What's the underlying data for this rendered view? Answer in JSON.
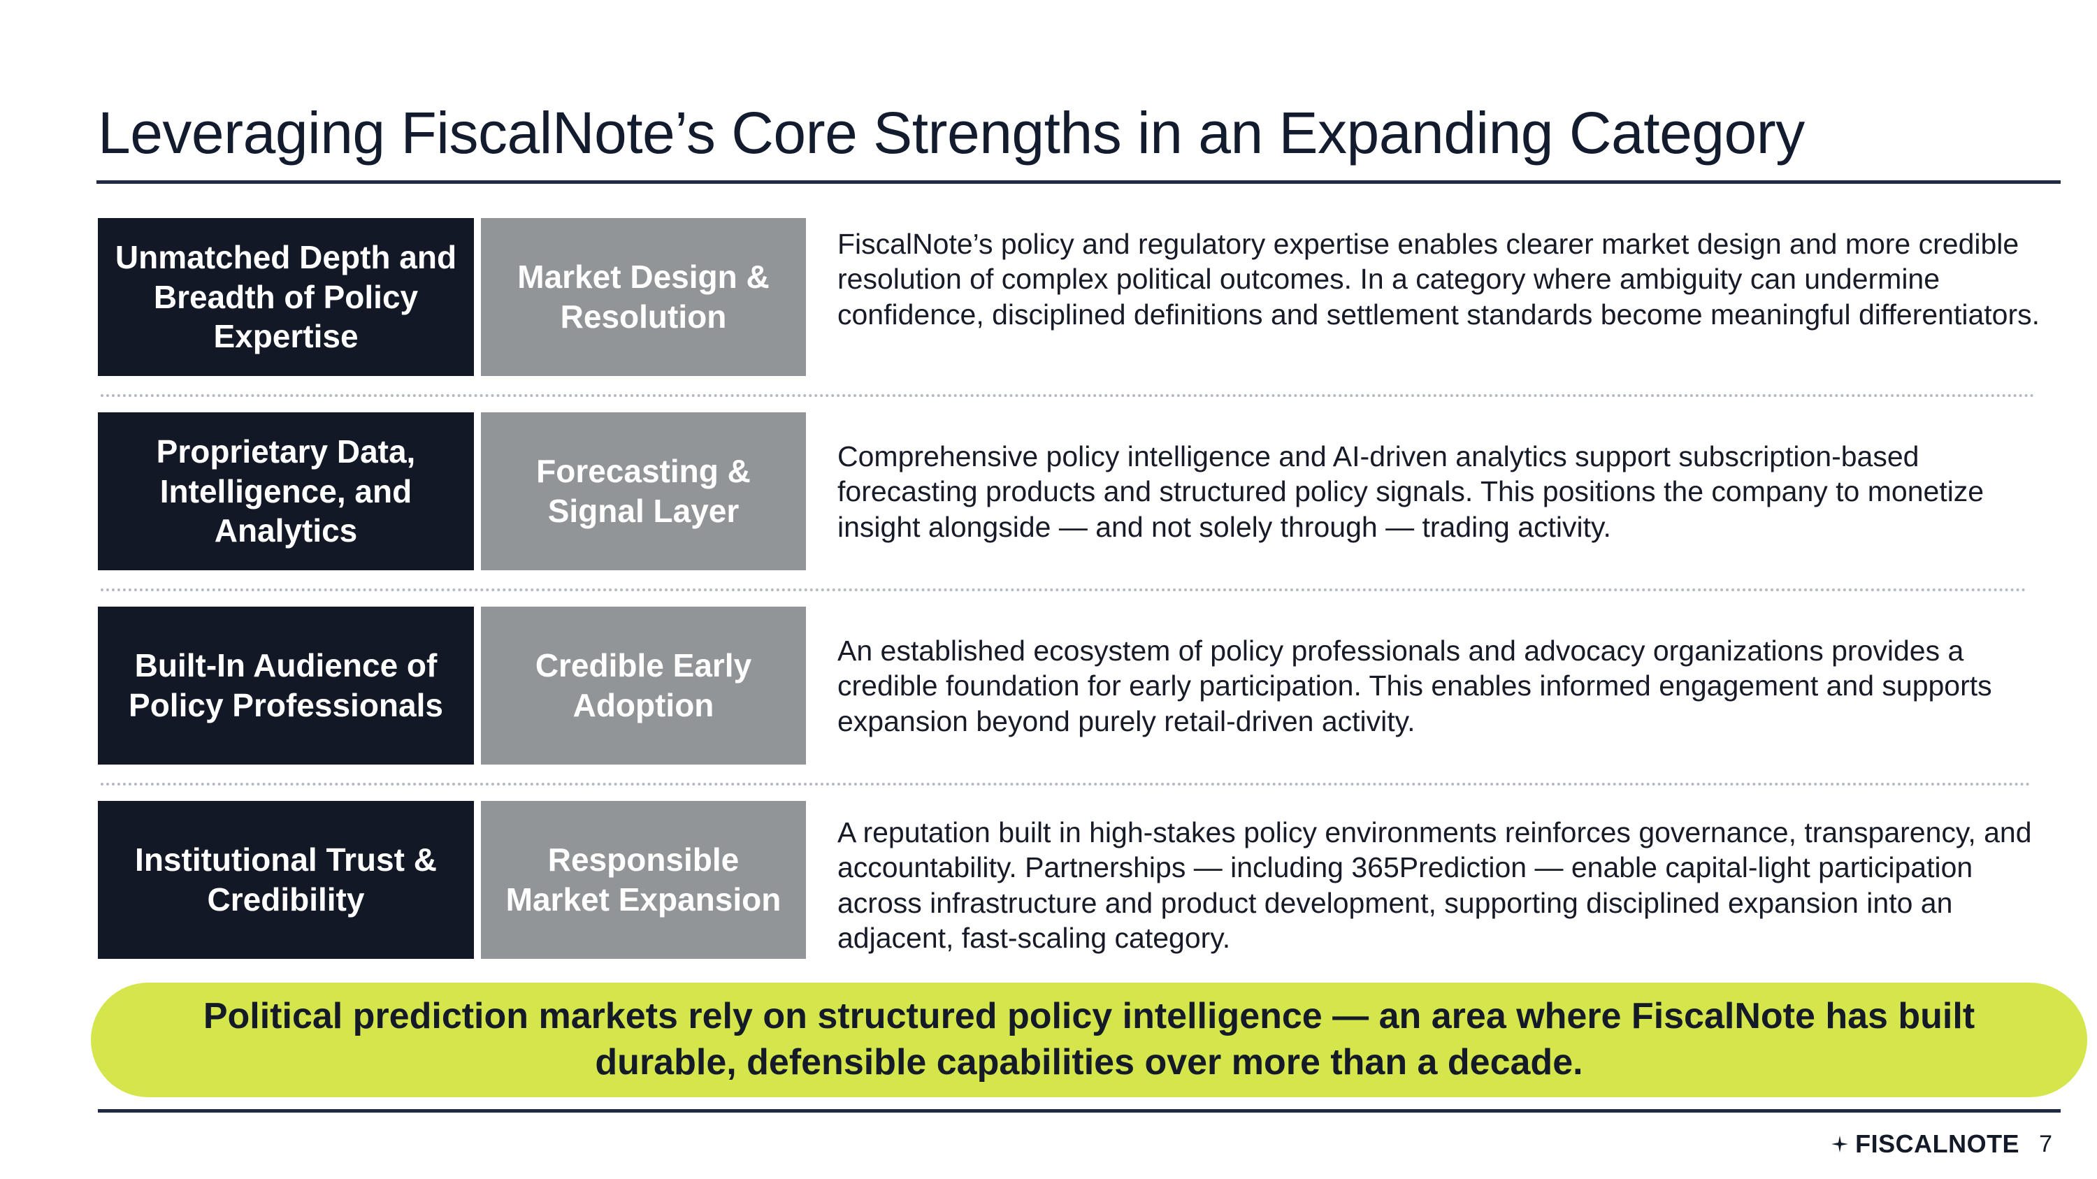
{
  "title": "Leveraging FiscalNote’s Core Strengths in an Expanding Category",
  "rows": [
    {
      "strength": "Unmatched Depth and Breadth of Policy Expertise",
      "capability": "Market Design & Resolution",
      "description": "FiscalNote’s policy and regulatory expertise enables clearer market design and more credible resolution of complex political outcomes. In a category where ambiguity can undermine confidence, disciplined definitions and settlement standards become meaningful differentiators."
    },
    {
      "strength": "Proprietary Data, Intelligence, and Analytics",
      "capability": "Forecasting & Signal Layer",
      "description": "Comprehensive policy intelligence and AI-driven analytics support subscription-based forecasting products and structured policy signals. This positions the company to monetize insight alongside — and not solely through — trading activity."
    },
    {
      "strength": "Built-In Audience of Policy Professionals",
      "capability": "Credible Early Adoption",
      "description": "An established ecosystem of policy professionals and advocacy organizations provides a credible foundation for early participation. This enables informed engagement and supports expansion beyond purely retail-driven activity."
    },
    {
      "strength": "Institutional Trust & Credibility",
      "capability": "Responsible Market Expansion",
      "description": "A reputation built in high-stakes policy environments reinforces governance, transparency, and accountability. Partnerships — including 365Prediction — enable capital-light participation across infrastructure and product development, supporting disciplined expansion into an adjacent, fast-scaling category."
    }
  ],
  "callout": "Political prediction markets rely on structured policy intelligence — an area where FiscalNote has built durable, defensible capabilities over more than a decade.",
  "footer": {
    "logo_text": "FISCALNOTE",
    "logo_icon": "fiscalnote-star-icon",
    "page_number": "7"
  },
  "colors": {
    "dark_box": "#121826",
    "grey_box": "#929598",
    "callout_bg": "#d4e64b",
    "rule": "#1f2a44"
  }
}
